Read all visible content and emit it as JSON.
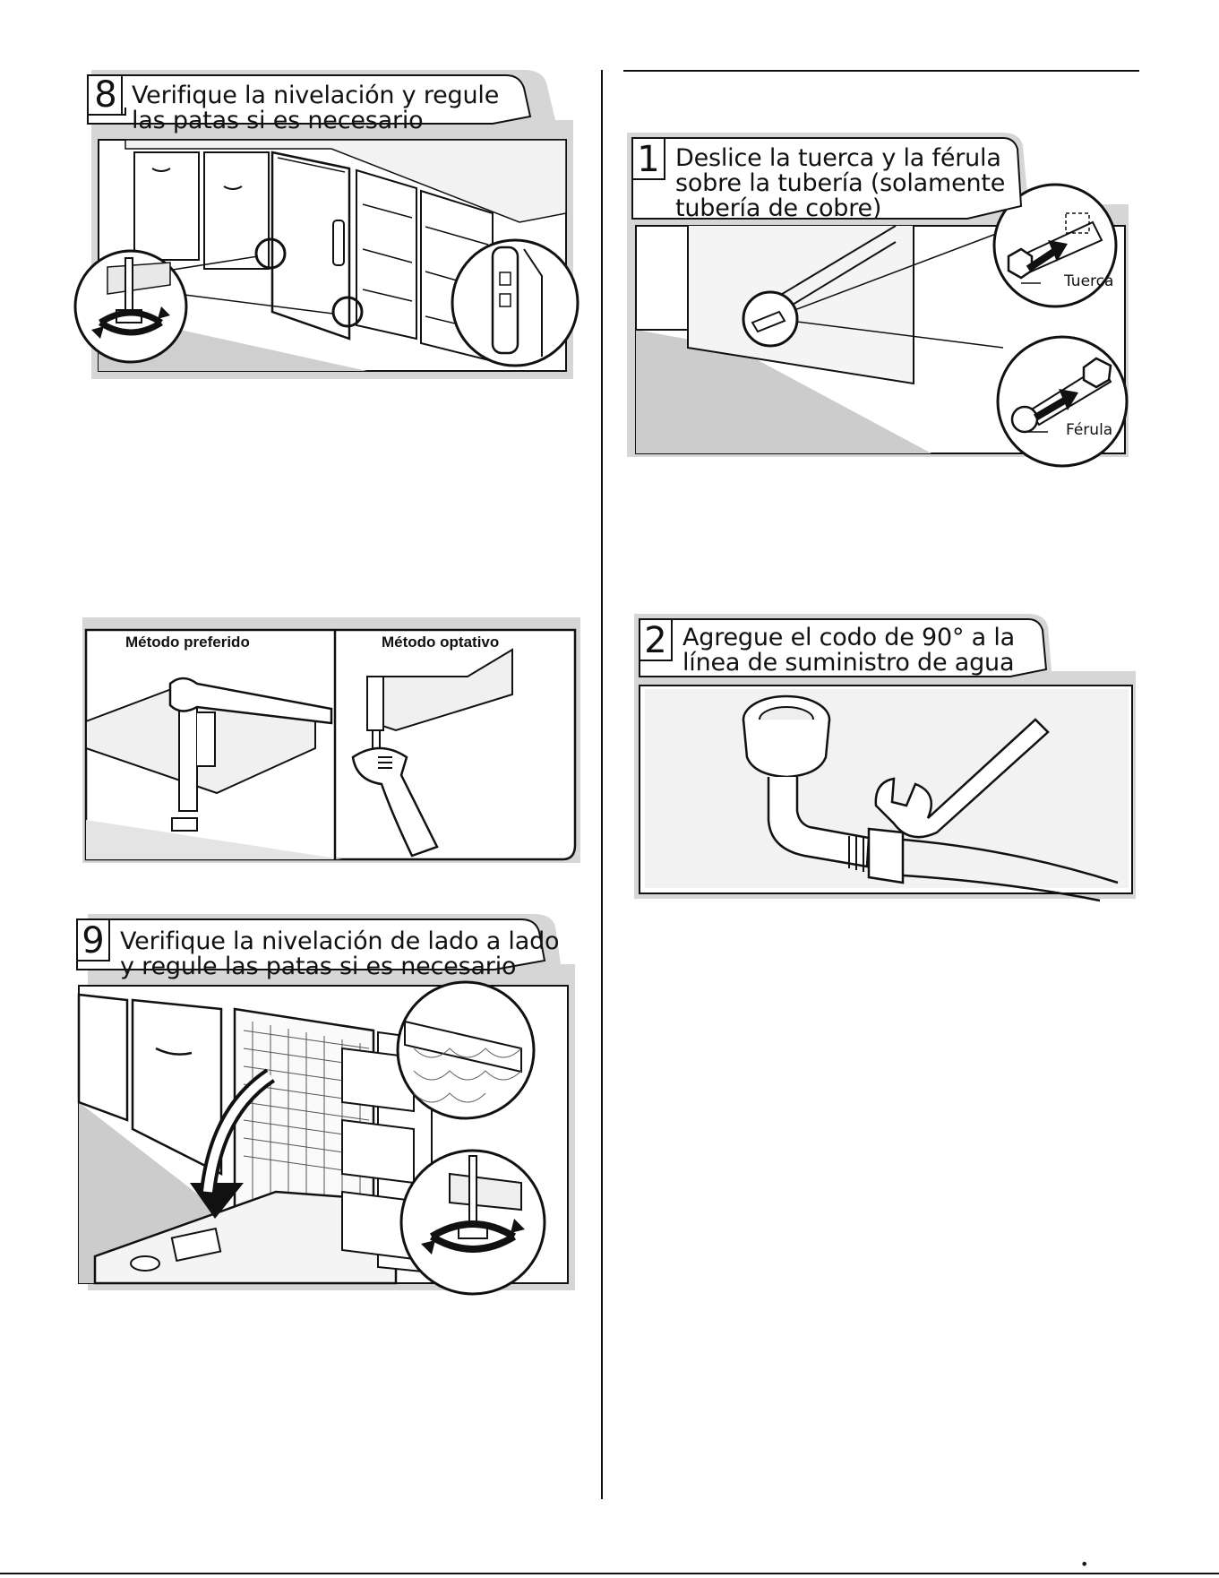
{
  "step8": {
    "number": "8",
    "line1": "Verifique la nivelación y regule",
    "line2": "las patas si es necesario"
  },
  "methods": {
    "preferred": "Método preferido",
    "optional": "Método optativo"
  },
  "step9": {
    "number": "9",
    "line1": "Verifique la nivelación de lado a lado",
    "line2": "y regule las patas si es necesario"
  },
  "step1": {
    "number": "1",
    "line1": "Deslice la tuerca y la férula",
    "line2": "sobre la tubería (solamente",
    "line3": "tubería de cobre)",
    "callout_nut": "Tuerca",
    "callout_ferrule": "Férula"
  },
  "step2": {
    "number": "2",
    "line1": "Agregue el codo de 90° a la",
    "line2": "línea de suministro de agua"
  },
  "footer": {
    "mark": "•"
  },
  "colors": {
    "shadow": "#d4d4d4",
    "floor": "#c9c9c9",
    "line": "#111111"
  },
  "icons": [
    "rotate-arrows-icon",
    "wrench-icon",
    "arrow-down-icon",
    "arrow-right-icon"
  ]
}
